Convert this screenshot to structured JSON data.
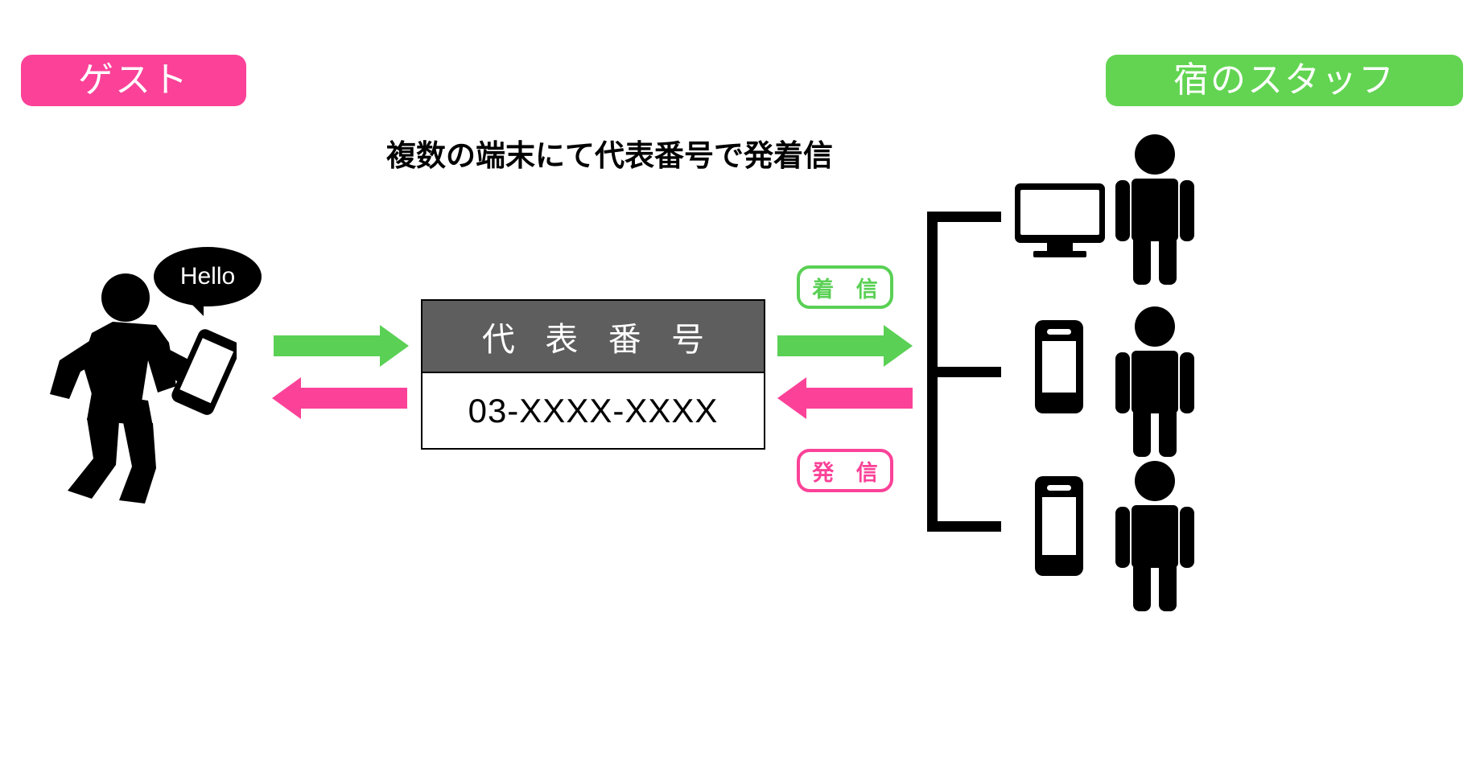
{
  "page": {
    "title": "複数の端末にて代表番号で発着信",
    "background": "#ffffff"
  },
  "colors": {
    "pink": "#fb4298",
    "green": "#5ad055",
    "green_badge": "#62d451",
    "gray_header": "#5e5e5e",
    "black": "#000000"
  },
  "roles": {
    "guest": {
      "label": "ゲスト",
      "color": "#fb4298"
    },
    "staff": {
      "label": "宿のスタッフ",
      "color": "#62d451"
    }
  },
  "guest": {
    "speech": "Hello",
    "figure_name": "walking-guest-with-smartphone"
  },
  "number_panel": {
    "header": "代 表 番 号",
    "number": "03-XXXX-XXXX"
  },
  "arrows": {
    "guest_incoming": {
      "direction": "right",
      "color": "#5ad055"
    },
    "guest_outgoing": {
      "direction": "left",
      "color": "#fb4298"
    },
    "staff_incoming": {
      "direction": "right",
      "color": "#5ad055"
    },
    "staff_outgoing": {
      "direction": "left",
      "color": "#fb4298"
    }
  },
  "call_pills": [
    {
      "label": "着 信",
      "color": "#5ad055",
      "name": "incoming"
    },
    {
      "label": "発 信",
      "color": "#fb4298",
      "name": "outgoing"
    }
  ],
  "staff_devices": [
    {
      "device": "desktop-monitor",
      "person": "staff-person-1"
    },
    {
      "device": "smartphone",
      "person": "staff-person-2"
    },
    {
      "device": "smartphone",
      "person": "staff-person-3"
    }
  ]
}
